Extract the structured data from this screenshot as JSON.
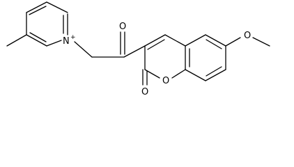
{
  "atoms": {
    "pyridinium_n": "N",
    "pyridinium_charge": "+",
    "ketone_o": "O",
    "lactone_carbonyl_o": "O",
    "ring_o": "O",
    "methoxy_o": "O"
  }
}
